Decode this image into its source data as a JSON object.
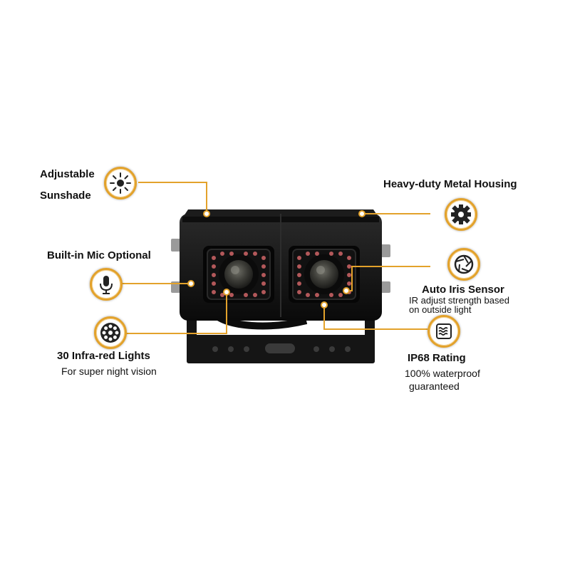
{
  "colors": {
    "accent": "#e3a22b",
    "housing": "#111111",
    "background": "#ffffff"
  },
  "features": {
    "sunshade": {
      "title_line1": "Adjustable",
      "title_line2": "Sunshade",
      "icon": "sun-icon"
    },
    "housing": {
      "title": "Heavy-duty Metal Housing",
      "icon": "gear-icon"
    },
    "mic": {
      "title": "Built-in Mic Optional",
      "icon": "microphone-icon"
    },
    "iris": {
      "title": "Auto Iris Sensor",
      "desc_line1": "IR adjust strength based",
      "desc_line2": "on outside light",
      "icon": "aperture-icon"
    },
    "infrared": {
      "title": "30 Infra-red Lights",
      "desc": "For super night vision",
      "icon": "led-ring-icon"
    },
    "ip68": {
      "title": "IP68 Rating",
      "desc_line1": "100% waterproof",
      "desc_line2": "guaranteed",
      "icon": "water-waves-icon"
    }
  }
}
